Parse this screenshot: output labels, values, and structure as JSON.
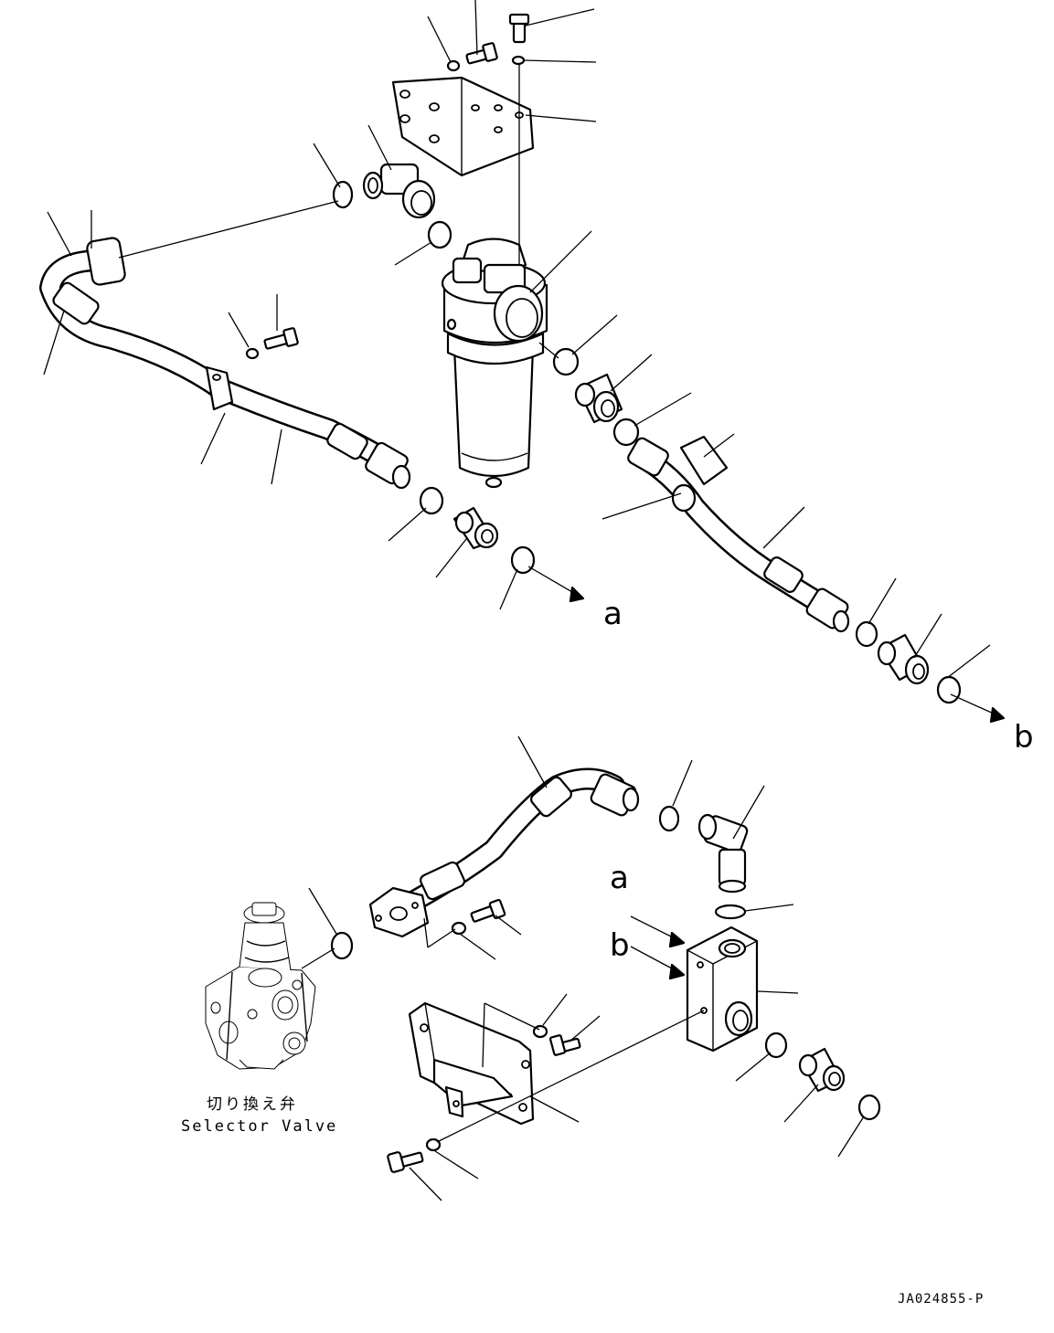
{
  "diagram": {
    "ref_label_a": "a",
    "ref_label_b": "b",
    "selector_valve_caption_jp": "切り換え弁",
    "selector_valve_caption_en": "Selector Valve",
    "document_id": "JA024855-P"
  }
}
